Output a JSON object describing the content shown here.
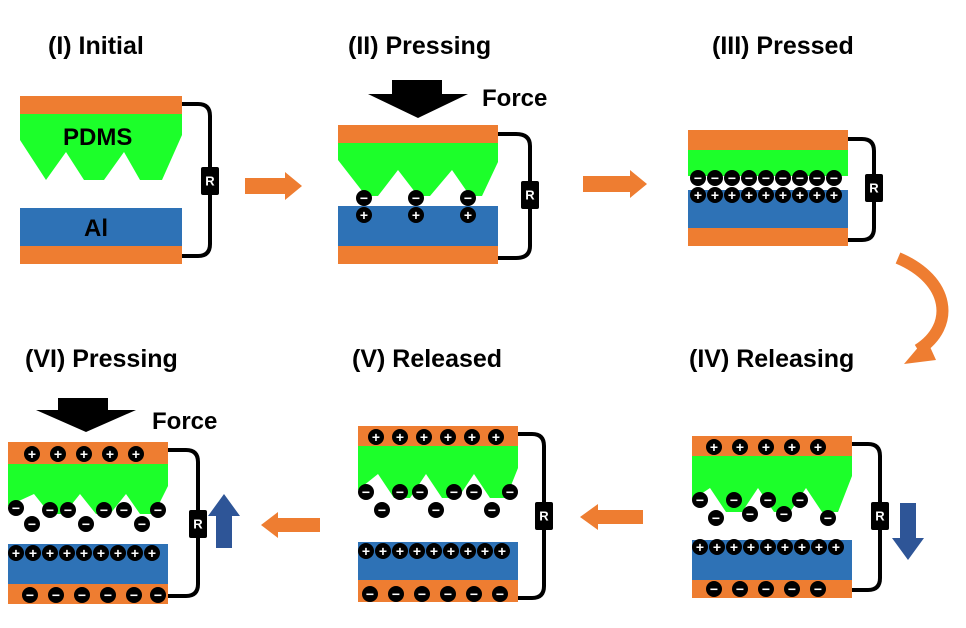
{
  "panels": [
    {
      "id": "p1",
      "title": "(I) Initial"
    },
    {
      "id": "p2",
      "title": "(II) Pressing"
    },
    {
      "id": "p3",
      "title": "(III) Pressed"
    },
    {
      "id": "p4",
      "title": "(IV) Releasing"
    },
    {
      "id": "p5",
      "title": "(V) Released"
    },
    {
      "id": "p6",
      "title": "(VI) Pressing"
    }
  ],
  "labels": {
    "pdms": "PDMS",
    "al": "Al",
    "force": "Force",
    "resistor": "R",
    "plus": "+",
    "minus": "−"
  },
  "colors": {
    "electrode": "#ee7d31",
    "pdms": "#1cff2a",
    "aluminum": "#2e72b6",
    "wire": "#000000",
    "resistor": "#000000",
    "flow_arrow": "#ee7d31",
    "motion_arrow": "#2e5597",
    "force_arrow": "#000000",
    "charge": "#000000",
    "charge_text": "#ffffff"
  }
}
